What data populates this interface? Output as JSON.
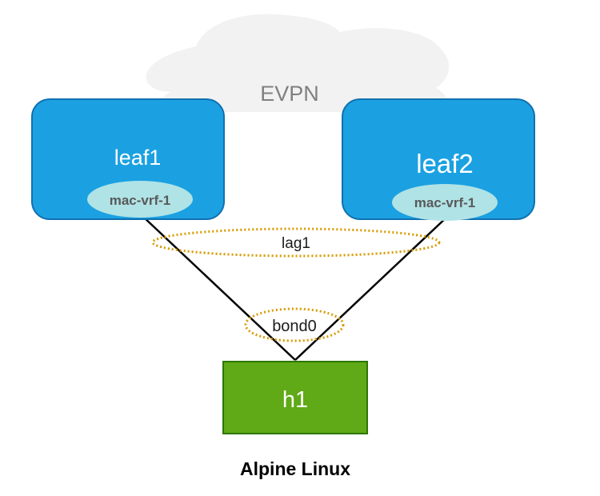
{
  "colors": {
    "cloud": "#f2f2f2",
    "cloud_text": "#808080",
    "leaf_fill": "#1ba1e2",
    "leaf_stroke": "#1071b0",
    "vrf_fill": "#b0e3e6",
    "vrf_text": "#595959",
    "host_fill": "#60a917",
    "host_stroke": "#2d7600",
    "bundle_stroke": "#d79b00",
    "link": "#000000"
  },
  "cloud": {
    "label": "EVPN"
  },
  "leaves": [
    {
      "name": "leaf1",
      "vrf": "mac-vrf-1"
    },
    {
      "name": "leaf2",
      "vrf": "mac-vrf-1"
    }
  ],
  "bundles": {
    "lag": "lag1",
    "bond": "bond0"
  },
  "host": {
    "name": "h1",
    "os": "Alpine Linux"
  }
}
